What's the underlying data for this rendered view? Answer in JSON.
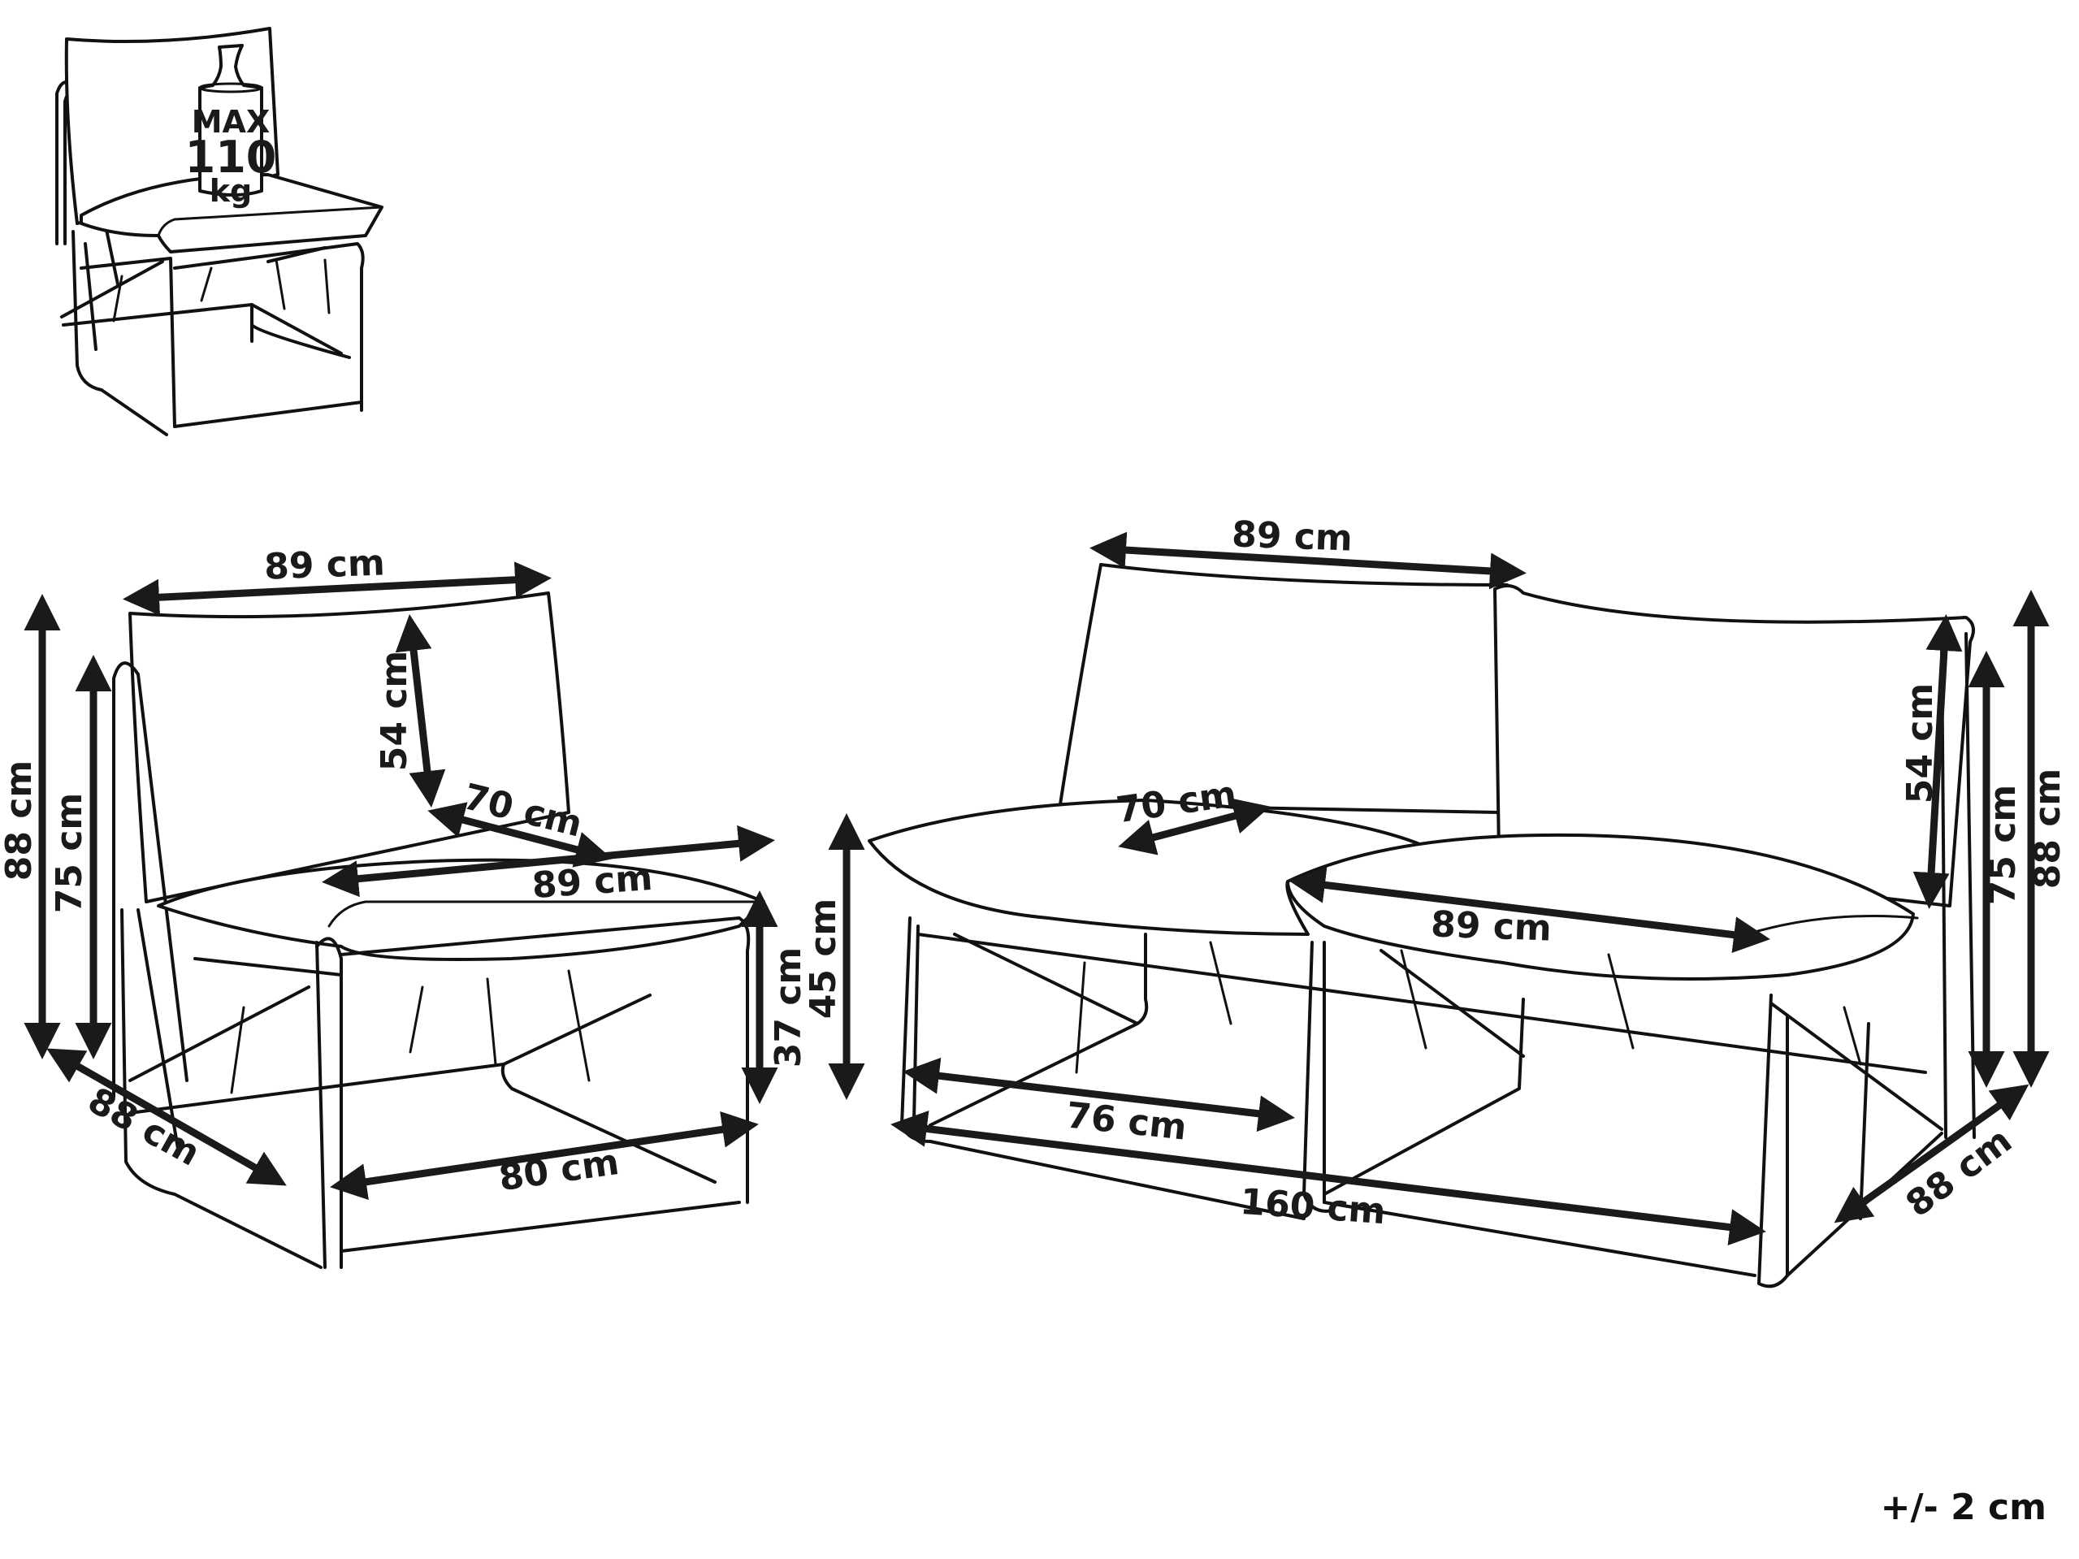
{
  "weight_badge": {
    "line1": "MAX",
    "line2": "110",
    "line3": "kg"
  },
  "chair_dimensions": {
    "backrest_width": "89 cm",
    "backrest_height": "54 cm",
    "total_height": "88 cm",
    "back_height": "75 cm",
    "seat_depth": "70 cm",
    "seat_width": "89 cm",
    "seat_height": "37 cm",
    "depth": "88 cm",
    "width": "80 cm"
  },
  "sofa_dimensions": {
    "backrest_width": "89 cm",
    "seat_depth": "70 cm",
    "seat_height": "45 cm",
    "seat_width": "89 cm",
    "backrest_height": "54 cm",
    "back_height": "75 cm",
    "total_height": "88 cm",
    "module_width": "76 cm",
    "total_width": "160 cm",
    "depth": "88 cm"
  },
  "tolerance": "+/- 2 cm"
}
